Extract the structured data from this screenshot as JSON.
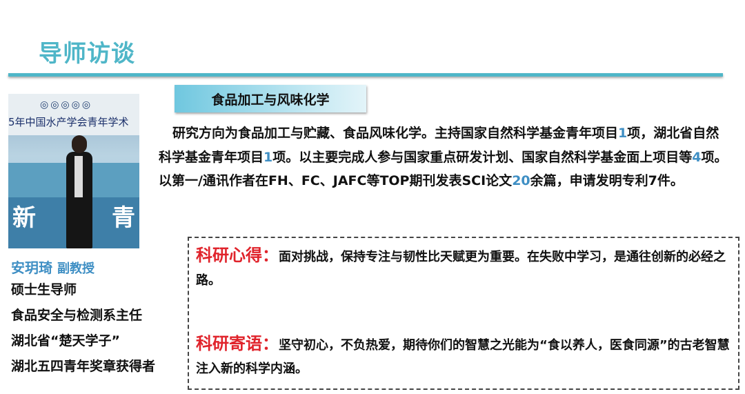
{
  "header": {
    "title": "导师访谈"
  },
  "profile": {
    "photo": {
      "banner_text": "5年中国水产学会青年学术",
      "big_text_left": "新",
      "big_text_right": "青"
    },
    "name": "安玥琦",
    "rank": "副教授",
    "lines": [
      "硕士生导师",
      "食品安全与检测系主任",
      "湖北省“楚天学子”",
      "湖北五四青年奖章获得者"
    ]
  },
  "subject": "食品加工与风味化学",
  "paragraph": {
    "s1": "研究方向为食品加工与贮藏、食品风味化学。主持国家自然科学基金青年项目",
    "n1": "1",
    "s2": "项，湖北省自然科学基金青年项目",
    "n2": "1",
    "s3": "项。以主要完成人参与国家重点研发计划、国家自然科学基金面上项目等",
    "n3": "4",
    "s4": "项。以第一/通讯作者在FH、FC、JAFC等TOP期刊发表SCI论文",
    "n4": "20",
    "s5": "余篇，申请发明专利7件。"
  },
  "notes": [
    {
      "tag": "科研心得：",
      "text": "面对挑战，保持专注与韧性比天赋更为重要。在失败中学习，是通往创新的必经之路。"
    },
    {
      "tag": "科研寄语：",
      "text": "坚守初心，不负热爱，期待你们的智慧之光能为“食以养人，医食同源”的古老智慧注入新的科学内涵。"
    }
  ],
  "colors": {
    "accent": "#4fb6c8",
    "name_blue": "#3f8fc4",
    "tag_red": "#e0232b"
  }
}
